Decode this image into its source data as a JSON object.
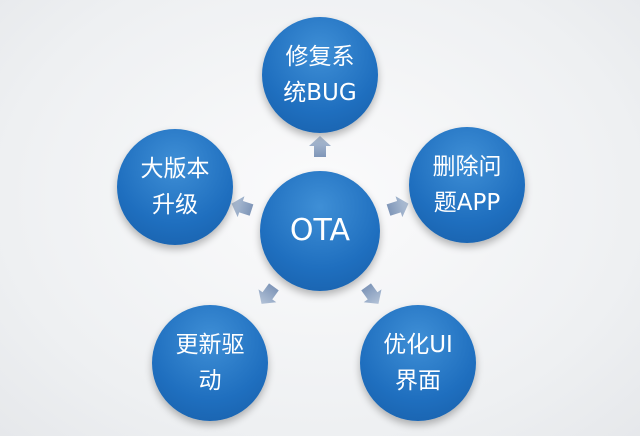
{
  "center": {
    "label": "OTA"
  },
  "nodes": [
    {
      "label": "修复系\n统BUG"
    },
    {
      "label": "删除问\n题APP"
    },
    {
      "label": "优化UI\n界面"
    },
    {
      "label": "更新驱\n动"
    },
    {
      "label": "大版本\n升级"
    }
  ],
  "colors": {
    "circle": "#1f6fbf",
    "arrow": "#94a8c4",
    "text": "#ffffff"
  }
}
